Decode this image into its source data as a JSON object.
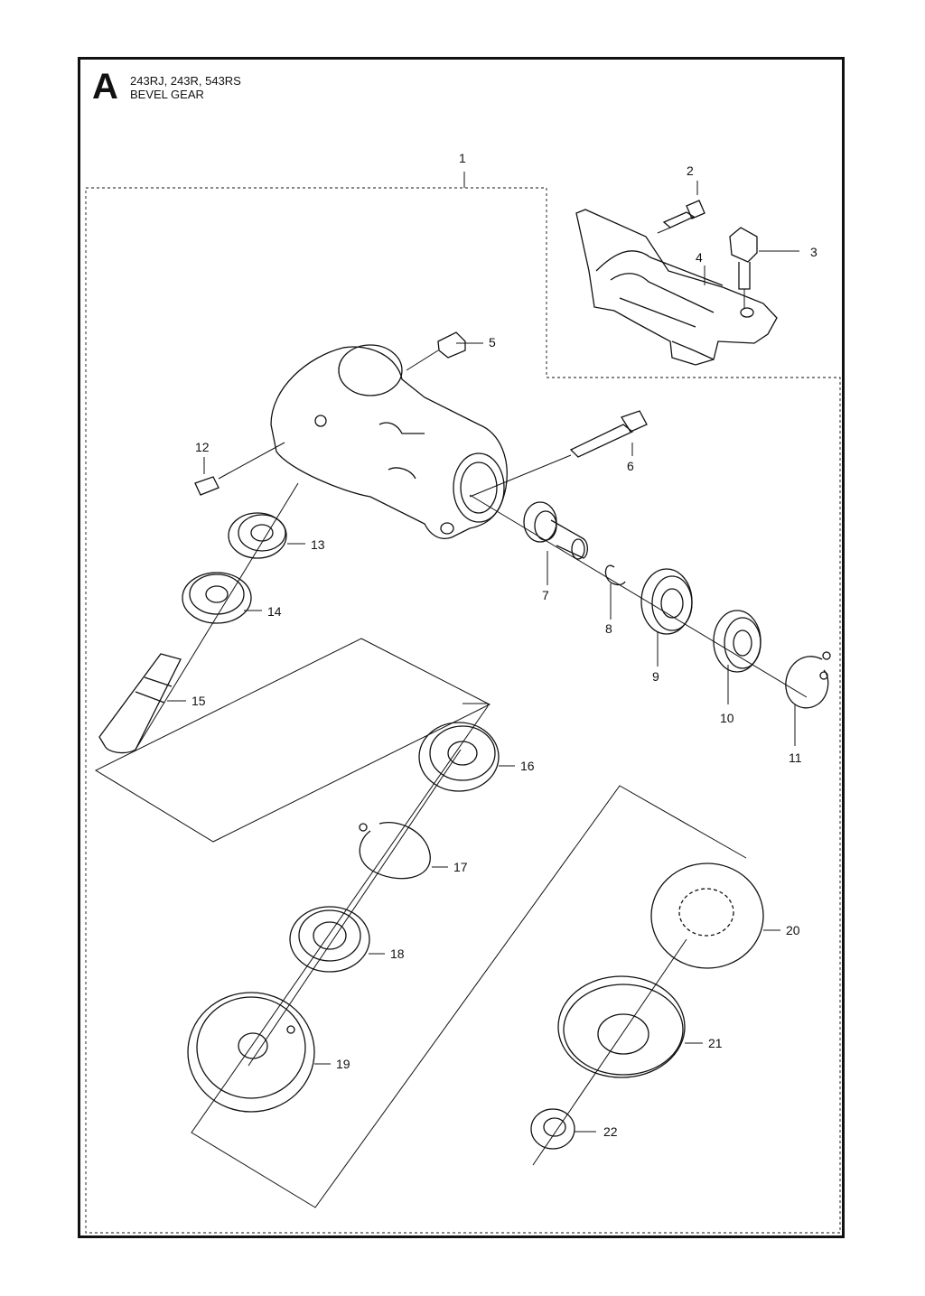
{
  "header": {
    "section_letter": "A",
    "models": "243RJ, 243R, 543RS",
    "title": "BEVEL GEAR"
  },
  "callouts": [
    "1",
    "2",
    "3",
    "4",
    "5",
    "6",
    "7",
    "8",
    "9",
    "10",
    "11",
    "12",
    "13",
    "14",
    "15",
    "16",
    "17",
    "18",
    "19",
    "20",
    "21",
    "22"
  ]
}
